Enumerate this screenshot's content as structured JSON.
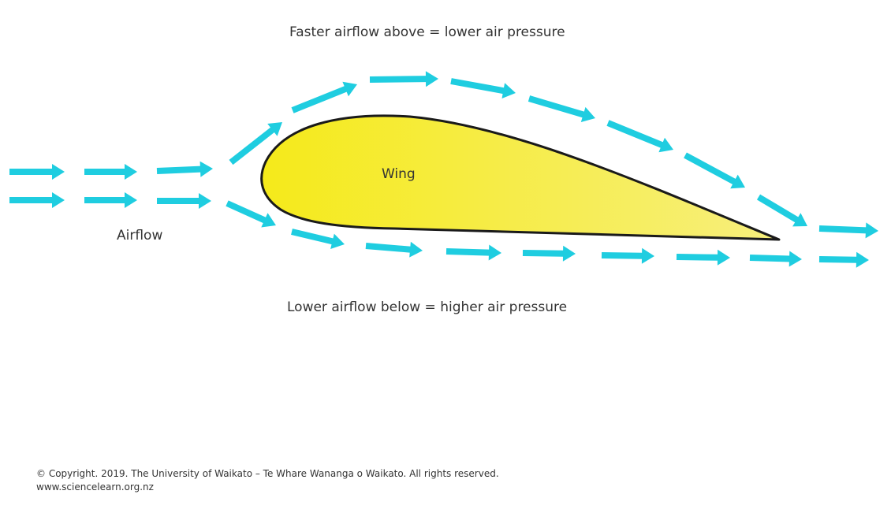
{
  "captions": {
    "top": "Faster airflow above = lower air pressure",
    "bottom": "Lower airflow below = higher air pressure"
  },
  "labels": {
    "wing": "Wing",
    "airflow": "Airflow"
  },
  "footer": {
    "copyright": "© Copyright. 2019. The University of Waikato – Te Whare Wananga o Waikato. All rights reserved.",
    "website": "www.sciencelearn.org.nz"
  },
  "colors": {
    "arrow": "#1fcde0",
    "wing_fill_start": "#f5ea1a",
    "wing_fill_end": "#f7ef7d",
    "wing_outline": "#1a1a1a",
    "text": "#333333"
  }
}
